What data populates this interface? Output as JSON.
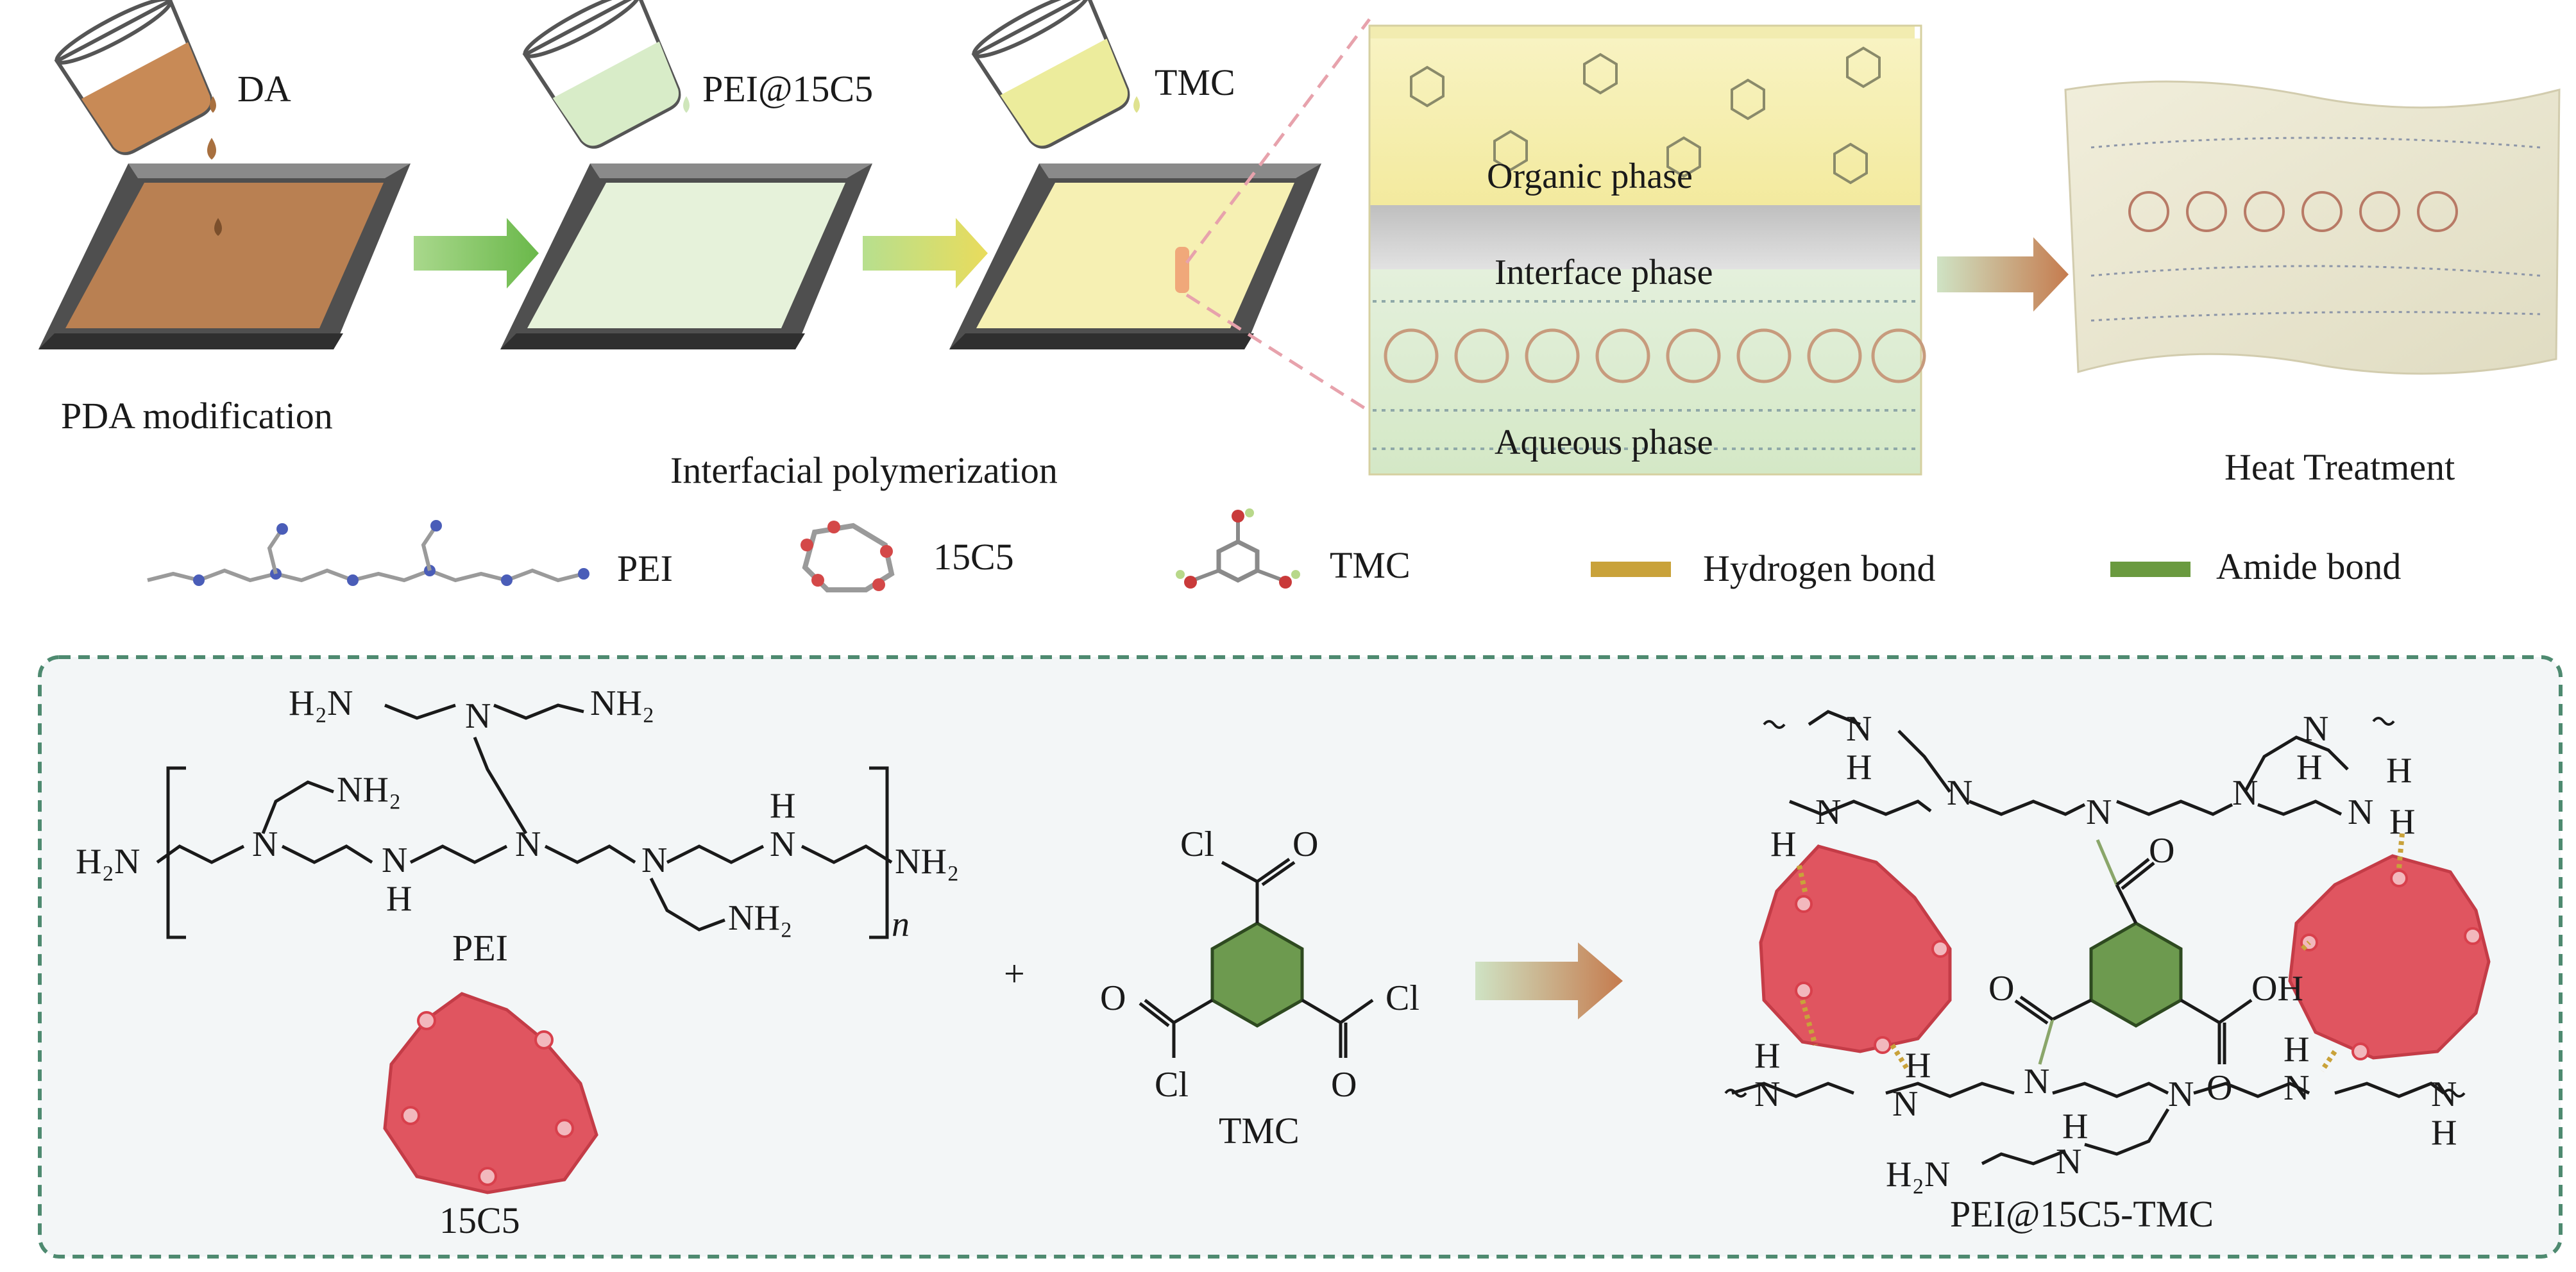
{
  "process": {
    "step1_reagent": "DA",
    "step2_reagent": "PEI@15C5",
    "step3_reagent": "TMC",
    "step1_label": "PDA modification",
    "step2_label": "Interfacial polymerization",
    "step4_label": "Heat Treatment"
  },
  "phases": {
    "organic": "Organic phase",
    "interface": "Interface phase",
    "aqueous": "Aqueous phase"
  },
  "legend": {
    "pei": "PEI",
    "crown": "15C5",
    "tmc": "TMC",
    "hydrogen_bond": "Hydrogen bond",
    "amide_bond": "Amide bond"
  },
  "reaction": {
    "pei_name": "PEI",
    "crown_name": "15C5",
    "tmc_name": "TMC",
    "plus": "+",
    "product_name": "PEI@15C5-TMC",
    "repeat_n": "n",
    "h2n": "H₂N",
    "nh2": "NH₂",
    "n": "N",
    "h": "H",
    "cl": "Cl",
    "o": "O",
    "oh": "OH"
  },
  "colors": {
    "pda_brown": "#b98052",
    "pale_green": "#e6f2da",
    "pale_yellow": "#f6f0b3",
    "tray_gray": "#5b5b5b",
    "crown_red": "#e05560",
    "benzene_green": "#6d9a4f",
    "hydrogen_bond": "#c9a23a",
    "amide_bond": "#6a9a3f",
    "arrow_green": "#8cc96b",
    "arrow_orange": "#c9845a",
    "dashed_frame": "#4e8a70",
    "frame_fill": "#f3f6f7"
  }
}
